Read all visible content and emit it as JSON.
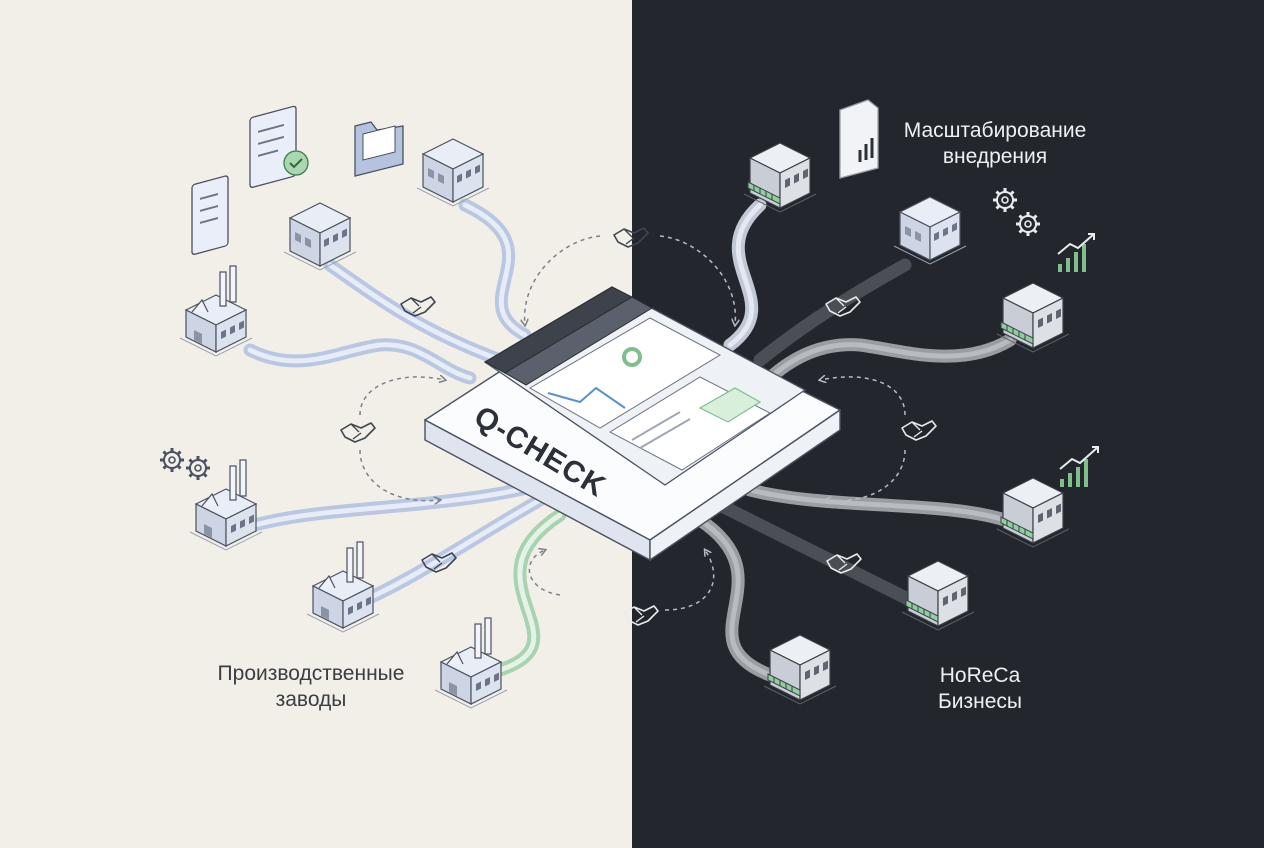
{
  "center": {
    "brand": "Q-CHECK"
  },
  "labels": {
    "factories": {
      "line1": "Производственные",
      "line2": "заводы"
    },
    "horeca": {
      "line1": "HoReCa",
      "line2": "Бизнесы"
    },
    "scaling": {
      "line1": "Масштабирование",
      "line2": "внедрения"
    }
  },
  "colors": {
    "bg_left": "#f2efe8",
    "bg_right": "#23272d",
    "accent_green": "#7fbf8c",
    "pipe_blue": "#b9c7e3",
    "pipe_gray": "#9a9da1"
  },
  "icons": {
    "left": [
      "clipboard-check-icon",
      "clipboard-list-icon",
      "folder-icon",
      "gears-icon",
      "handshake-icon",
      "factory-icon",
      "warehouse-icon"
    ],
    "right": [
      "document-gear-icon",
      "gears-icon",
      "chart-growth-icon",
      "handshake-icon",
      "store-icon",
      "office-building-icon"
    ]
  }
}
